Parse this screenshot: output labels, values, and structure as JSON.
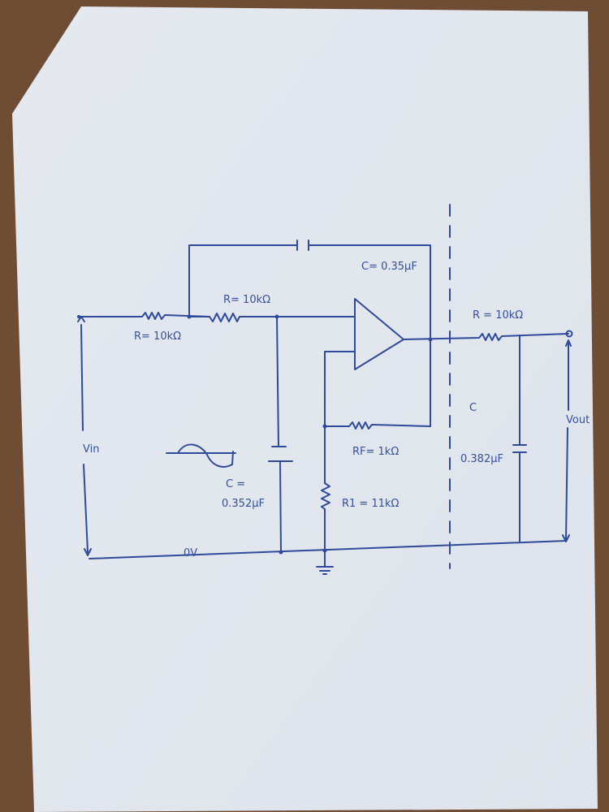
{
  "title": "Hand-drawn active low-pass filter circuit",
  "labels": {
    "r_in": "R= 10kΩ",
    "r_second": "R= 10kΩ",
    "c_feedback": "C= 0.35μF",
    "c_shunt_prefix": "C =",
    "c_shunt_value": "0.352μF",
    "rf": "RF= 1kΩ",
    "r1": "R1 = 11kΩ",
    "r_out": "R = 10kΩ",
    "c_out_prefix": "C",
    "c_out_value": "0.382μF",
    "vin": "Vin",
    "vout": "Vout",
    "zero_volt": "0V"
  },
  "colors": {
    "ink": "#2f4a9a",
    "paper": "#e6e9f0",
    "wood": "#6b4a33"
  }
}
